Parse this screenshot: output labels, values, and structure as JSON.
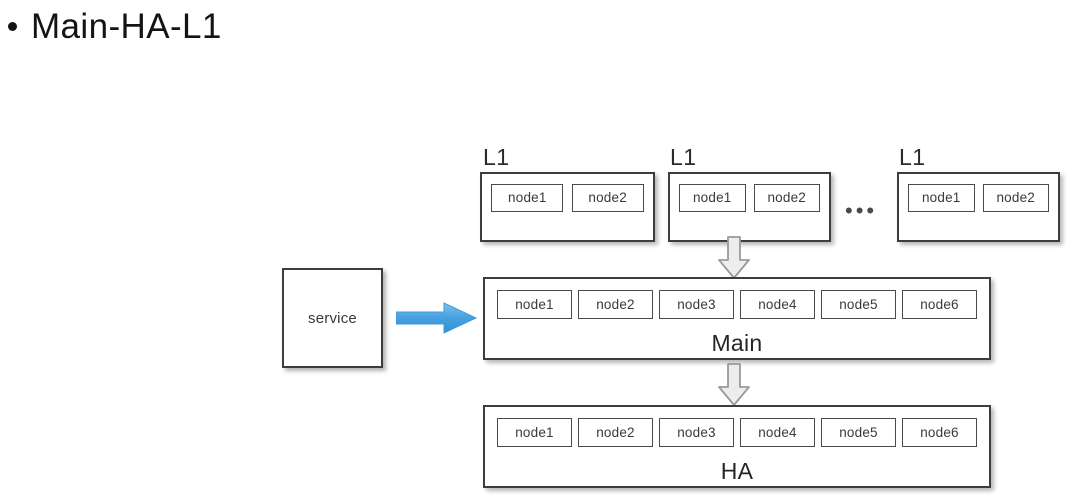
{
  "slide": {
    "bullet_glyph": "•",
    "title": "Main-HA-L1"
  },
  "diagram": {
    "service": {
      "label": "service"
    },
    "ellipsis": "•••",
    "l1_clusters": [
      {
        "label": "L1",
        "nodes": [
          "node1",
          "node2"
        ]
      },
      {
        "label": "L1",
        "nodes": [
          "node1",
          "node2"
        ]
      },
      {
        "label": "L1",
        "nodes": [
          "node1",
          "node2"
        ]
      }
    ],
    "main_cluster": {
      "label": "Main",
      "nodes": [
        "node1",
        "node2",
        "node3",
        "node4",
        "node5",
        "node6"
      ]
    },
    "ha_cluster": {
      "label": "HA",
      "nodes": [
        "node1",
        "node2",
        "node3",
        "node4",
        "node5",
        "node6"
      ]
    },
    "arrows": {
      "service_to_main": "arrow-right-blue",
      "l1_to_main": "arrow-down-gray",
      "main_to_ha": "arrow-down-gray"
    },
    "colors": {
      "arrow_blue": "#4aa3e0",
      "arrow_blue_dark": "#2f8fd4",
      "arrow_gray_fill": "#ededed",
      "arrow_gray_stroke": "#9a9a9a",
      "box_border": "#3d3d3d",
      "text": "#333333"
    }
  }
}
